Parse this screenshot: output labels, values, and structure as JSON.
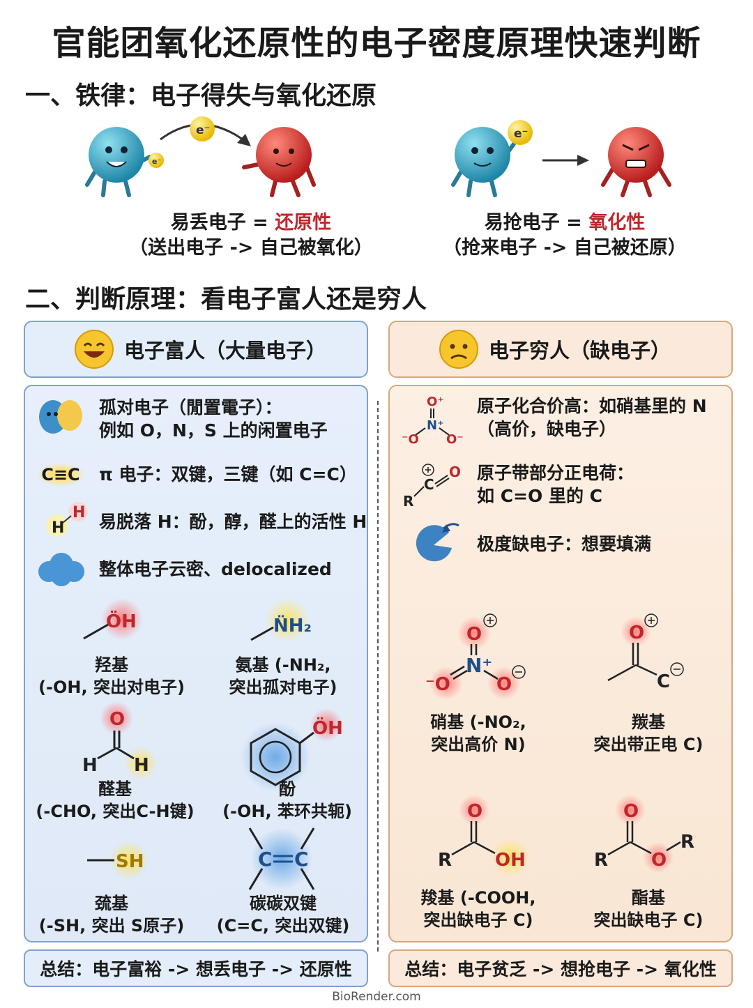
{
  "title": "官能团氧化还原性的电子密度原理快速判断",
  "section1": {
    "heading": "一、铁律：电子得失与氧化还原",
    "electron_label": "e⁻",
    "left": {
      "line1_prefix": "易丢电子 = ",
      "line1_em": "还原性",
      "line2": "（送出电子 -> 自己被氧化）"
    },
    "right": {
      "line1_prefix": "易抢电子 = ",
      "line1_em": "氧化性",
      "line2": "（抢来电子 -> 自己被还原）"
    }
  },
  "section2": {
    "heading": "二、判断原理：看电子富人还是穷人",
    "rich": {
      "header": "电子富人（大量电子）",
      "items": [
        {
          "line1": "孤对电子（閒置電子）：",
          "line2": "例如 O，N，S 上的闲置电子"
        },
        {
          "icon_text": "C≡C",
          "line1": "π 电子：双键，三键（如 C=C）"
        },
        {
          "line1": "易脱落 H：酚，醇，醛上的活性 H"
        },
        {
          "line1": "整体电子云密、delocalized"
        }
      ],
      "groups": [
        {
          "formula": "ÖH",
          "line1": "羟基",
          "line2": "(-OH, 突出对电子)"
        },
        {
          "formula": "N̈H₂",
          "line1": "氨基 (-NH₂,",
          "line2": "突出孤对电子)"
        },
        {
          "line1": "醛基",
          "line2": "(-CHO, 突出C-H键)"
        },
        {
          "formula": "ÖH",
          "line1": "酚",
          "line2": "(-OH, 苯环共轭)"
        },
        {
          "formula": "SH",
          "line1": "巯基",
          "line2": "(-SH, 突出 S原子)"
        },
        {
          "line1": "碳碳双键",
          "line2": "(C=C, 突出双键)"
        }
      ],
      "summary": "总结：电子富裕 -> 想丢电子 -> 还原性"
    },
    "poor": {
      "header": "电子穷人（缺电子）",
      "items": [
        {
          "line1": "原子化合价高：如硝基里的 N",
          "line2": "（高价，缺电子）"
        },
        {
          "line1": "原子带部分正电荷：",
          "line2": "如 C=O 里的 C"
        },
        {
          "line1": "极度缺电子：想要填满"
        }
      ],
      "groups": [
        {
          "line1": "硝基 (-NO₂,",
          "line2": "突出高价 N)"
        },
        {
          "line1": "羰基",
          "line2": "突出带正电 C)"
        },
        {
          "line1": "羧基 (-COOH,",
          "line2": "突出缺电子 C)"
        },
        {
          "line1": "酯基",
          "line2": "突出缺电子 C)"
        }
      ],
      "summary": "总结：电子贫乏 -> 想抢电子 -> 氧化性"
    }
  },
  "footer": "BioRender.com",
  "colors": {
    "rich_bg": "#e3eefa",
    "poor_bg": "#fbeadb",
    "emphasis": "#c0262c",
    "blue_ball": "#3aa6c7",
    "red_ball": "#d83a34"
  }
}
